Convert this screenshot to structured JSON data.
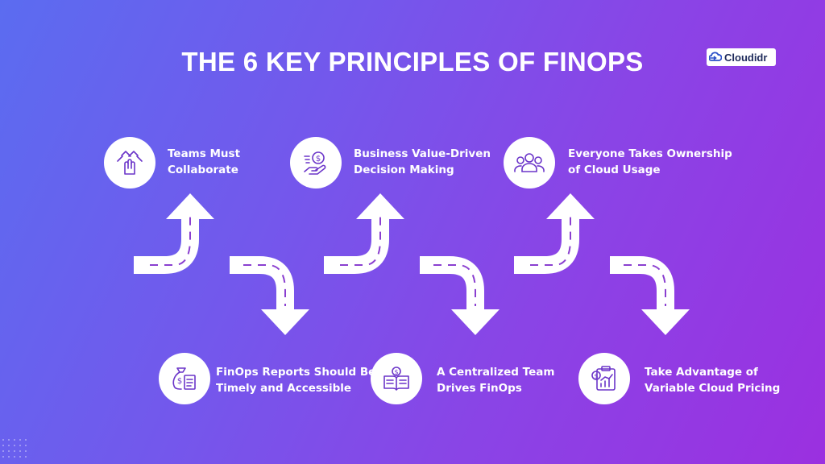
{
  "title": "THE 6 KEY PRINCIPLES OF FINOPS",
  "brand": "Cloudidr",
  "principles": [
    {
      "line1": "Teams Must",
      "line2": "Collaborate",
      "icon": "hands-together-icon"
    },
    {
      "line1": "Business Value-Driven",
      "line2": "Decision Making",
      "icon": "hand-coin-icon"
    },
    {
      "line1": "Everyone Takes Ownership",
      "line2": "of Cloud Usage",
      "icon": "team-icon"
    },
    {
      "line1": "FinOps Reports Should Be",
      "line2": "Timely and Accessible",
      "icon": "money-report-icon"
    },
    {
      "line1": "A Centralized Team",
      "line2": "Drives FinOps",
      "icon": "dollar-book-icon"
    },
    {
      "line1": "Take Advantage of",
      "line2": "Variable Cloud Pricing",
      "icon": "pricing-clipboard-icon"
    }
  ],
  "colors": {
    "accent": "#7b3fd4",
    "bg_start": "#5b6cf0",
    "bg_end": "#9b30e0"
  }
}
